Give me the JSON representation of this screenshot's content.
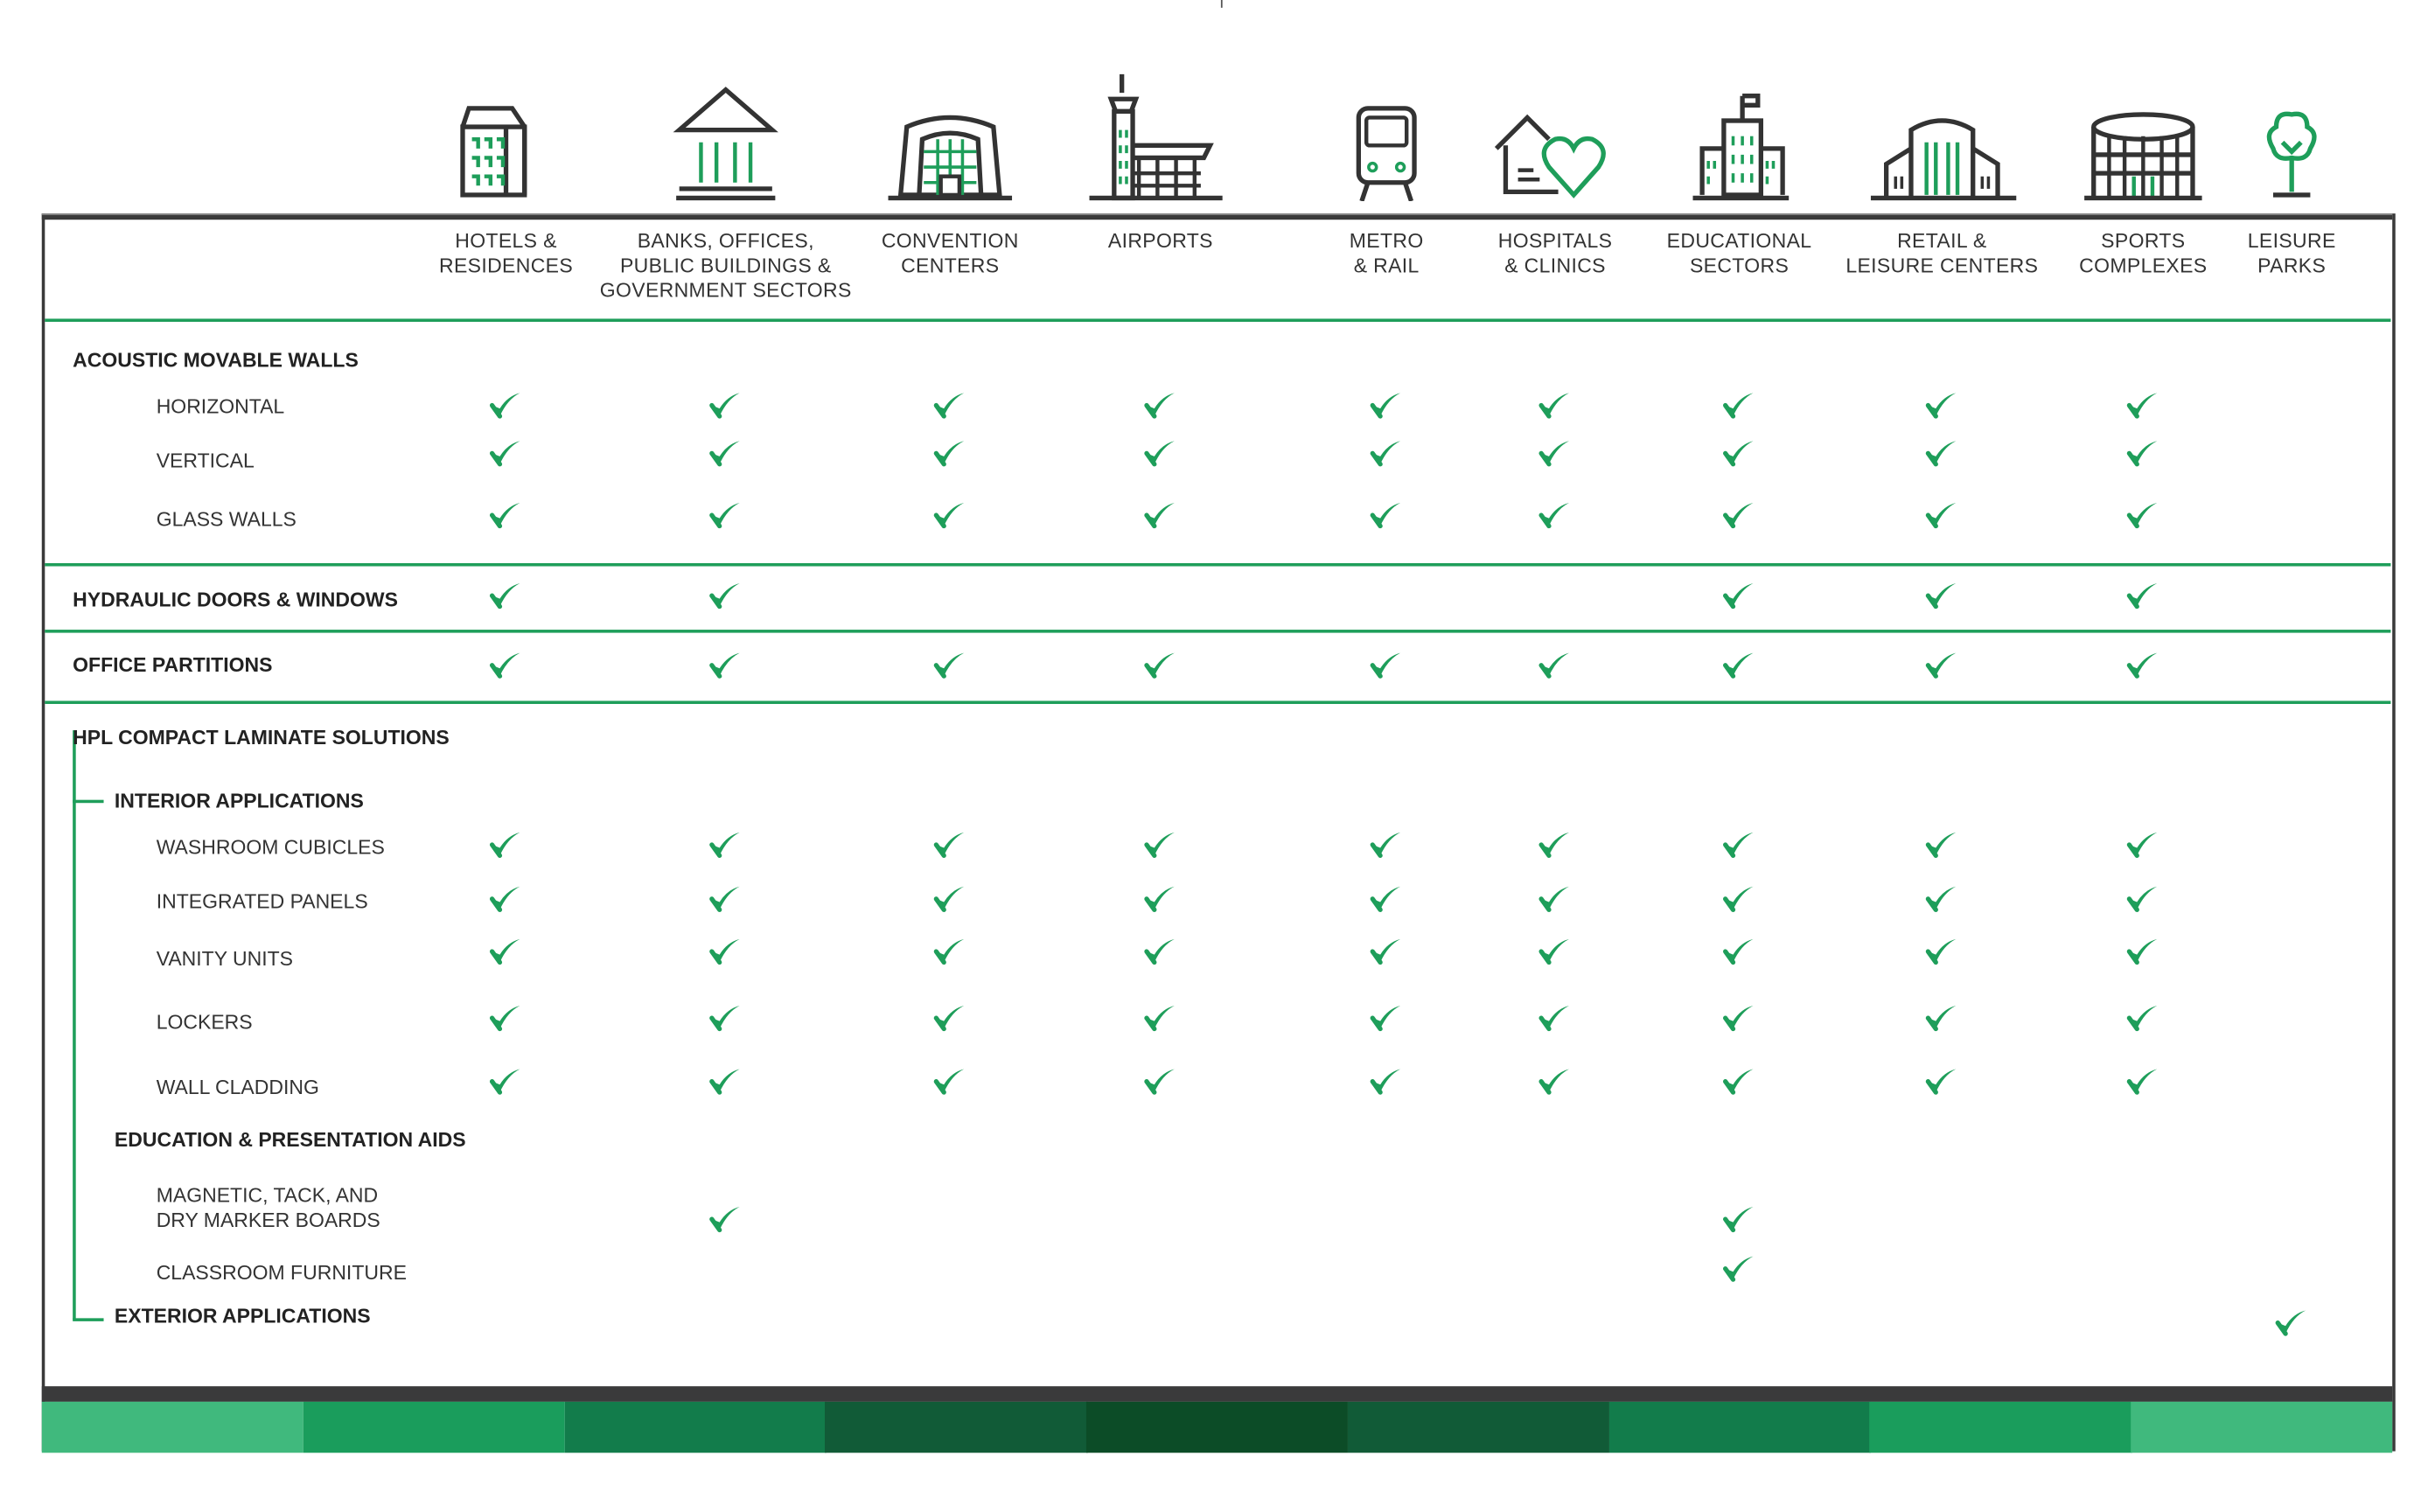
{
  "columns": [
    {
      "id": "hotels",
      "label_lines": [
        "HOTELS &",
        "RESIDENCES"
      ],
      "icon": "hotel-building-icon"
    },
    {
      "id": "banks",
      "label_lines": [
        "BANKS, OFFICES,",
        "PUBLIC BUILDINGS &",
        "GOVERNMENT SECTORS"
      ],
      "icon": "government-building-icon"
    },
    {
      "id": "convention",
      "label_lines": [
        "CONVENTION",
        "CENTERS"
      ],
      "icon": "convention-center-icon"
    },
    {
      "id": "airports",
      "label_lines": [
        "AIRPORTS"
      ],
      "icon": "airport-tower-icon"
    },
    {
      "id": "metro",
      "label_lines": [
        "METRO",
        "& RAIL"
      ],
      "icon": "train-icon"
    },
    {
      "id": "hospitals",
      "label_lines": [
        "HOSPITALS",
        "& CLINICS"
      ],
      "icon": "house-heart-icon"
    },
    {
      "id": "educational",
      "label_lines": [
        "EDUCATIONAL",
        "SECTORS"
      ],
      "icon": "school-flag-icon"
    },
    {
      "id": "retail",
      "label_lines": [
        "RETAIL &",
        "LEISURE CENTERS"
      ],
      "icon": "mall-icon"
    },
    {
      "id": "sports",
      "label_lines": [
        "SPORTS",
        "COMPLEXES"
      ],
      "icon": "stadium-icon"
    },
    {
      "id": "leisure",
      "label_lines": [
        "LEISURE",
        "PARKS"
      ],
      "icon": "tree-icon"
    }
  ],
  "rows": [
    {
      "kind": "section",
      "label": "ACOUSTIC MOVABLE WALLS",
      "checks": []
    },
    {
      "kind": "item",
      "label": "HORIZONTAL",
      "checks": [
        0,
        1,
        2,
        3,
        4,
        5,
        6,
        7,
        8
      ]
    },
    {
      "kind": "item",
      "label": "VERTICAL",
      "checks": [
        0,
        1,
        2,
        3,
        4,
        5,
        6,
        7,
        8
      ]
    },
    {
      "kind": "item",
      "label": "GLASS WALLS",
      "checks": [
        0,
        1,
        2,
        3,
        4,
        5,
        6,
        7,
        8
      ]
    },
    {
      "kind": "section",
      "label": "HYDRAULIC DOORS & WINDOWS",
      "checks": [
        0,
        1,
        6,
        7,
        8
      ]
    },
    {
      "kind": "section",
      "label": "OFFICE PARTITIONS",
      "checks": [
        0,
        1,
        2,
        3,
        4,
        5,
        6,
        7,
        8
      ]
    },
    {
      "kind": "section",
      "label": "HPL COMPACT LAMINATE SOLUTIONS",
      "checks": []
    },
    {
      "kind": "sub",
      "label": "INTERIOR APPLICATIONS",
      "checks": []
    },
    {
      "kind": "item",
      "label": "WASHROOM CUBICLES",
      "checks": [
        0,
        1,
        2,
        3,
        4,
        5,
        6,
        7,
        8
      ]
    },
    {
      "kind": "item",
      "label": "INTEGRATED PANELS",
      "checks": [
        0,
        1,
        2,
        3,
        4,
        5,
        6,
        7,
        8
      ]
    },
    {
      "kind": "item",
      "label": "VANITY UNITS",
      "checks": [
        0,
        1,
        2,
        3,
        4,
        5,
        6,
        7,
        8
      ]
    },
    {
      "kind": "item",
      "label": "LOCKERS",
      "checks": [
        0,
        1,
        2,
        3,
        4,
        5,
        6,
        7,
        8
      ]
    },
    {
      "kind": "item",
      "label": "WALL CLADDING",
      "checks": [
        0,
        1,
        2,
        3,
        4,
        5,
        6,
        7,
        8
      ]
    },
    {
      "kind": "sub",
      "label": "EDUCATION & PRESENTATION AIDS",
      "checks": []
    },
    {
      "kind": "item",
      "label": "MAGNETIC, TACK, AND\nDRY MARKER BOARDS",
      "checks": [
        1,
        6
      ]
    },
    {
      "kind": "item",
      "label": "CLASSROOM FURNITURE",
      "checks": [
        6
      ]
    },
    {
      "kind": "sub",
      "label": "EXTERIOR APPLICATIONS",
      "checks": [
        9
      ]
    }
  ],
  "colors": {
    "accent": "#1e9e5a",
    "dark": "#3a3a3b",
    "footer_swatches": [
      "#40b97d",
      "#1a9d5c",
      "#127c4b",
      "#115b37",
      "#0c4c27",
      "#115b37",
      "#127c4b",
      "#1a9d5c",
      "#40b97d"
    ]
  }
}
